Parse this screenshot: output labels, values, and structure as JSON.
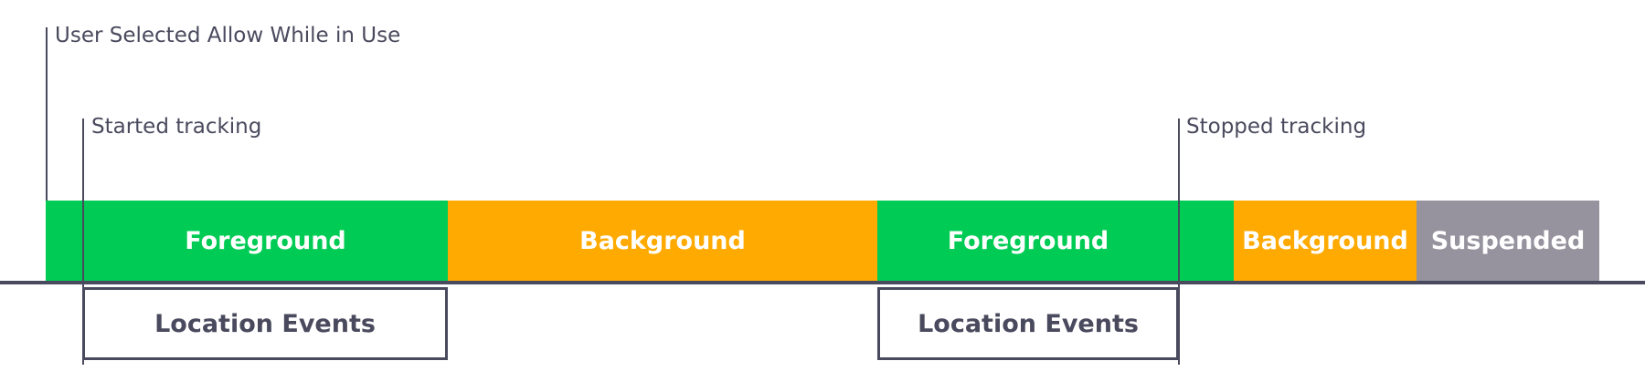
{
  "colors": {
    "foreground": "#00cc55",
    "background": "#ffaa00",
    "suspended": "#96939e",
    "line": "#4a4a5e",
    "text_on_segment": "#ffffff"
  },
  "markers": {
    "allow_while_in_use": "User Selected Allow While in Use",
    "started_tracking": "Started tracking",
    "stopped_tracking": "Stopped tracking"
  },
  "timeline": {
    "segments": [
      {
        "label": "",
        "state": "foreground"
      },
      {
        "label": "Foreground",
        "state": "foreground"
      },
      {
        "label": "Background",
        "state": "background"
      },
      {
        "label": "Foreground",
        "state": "foreground"
      },
      {
        "label": "",
        "state": "foreground"
      },
      {
        "label": "Background",
        "state": "background"
      },
      {
        "label": "Suspended",
        "state": "suspended"
      }
    ]
  },
  "events": [
    {
      "label": "Location Events"
    },
    {
      "label": "Location Events"
    }
  ]
}
